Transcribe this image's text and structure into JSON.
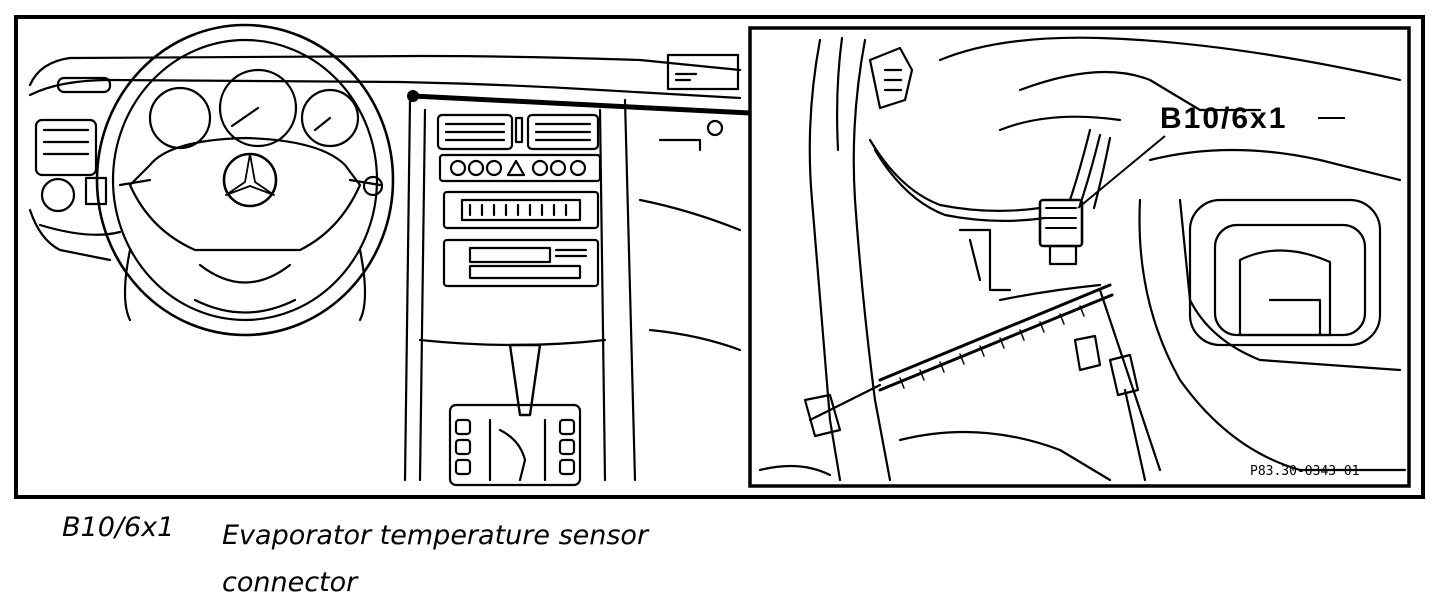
{
  "callout": {
    "code": "B10/6x1"
  },
  "figure": {
    "ref": "P83.30-0343 01"
  },
  "caption": {
    "code": "B10/6x1",
    "description": "Evaporator temperature sensor connector"
  }
}
